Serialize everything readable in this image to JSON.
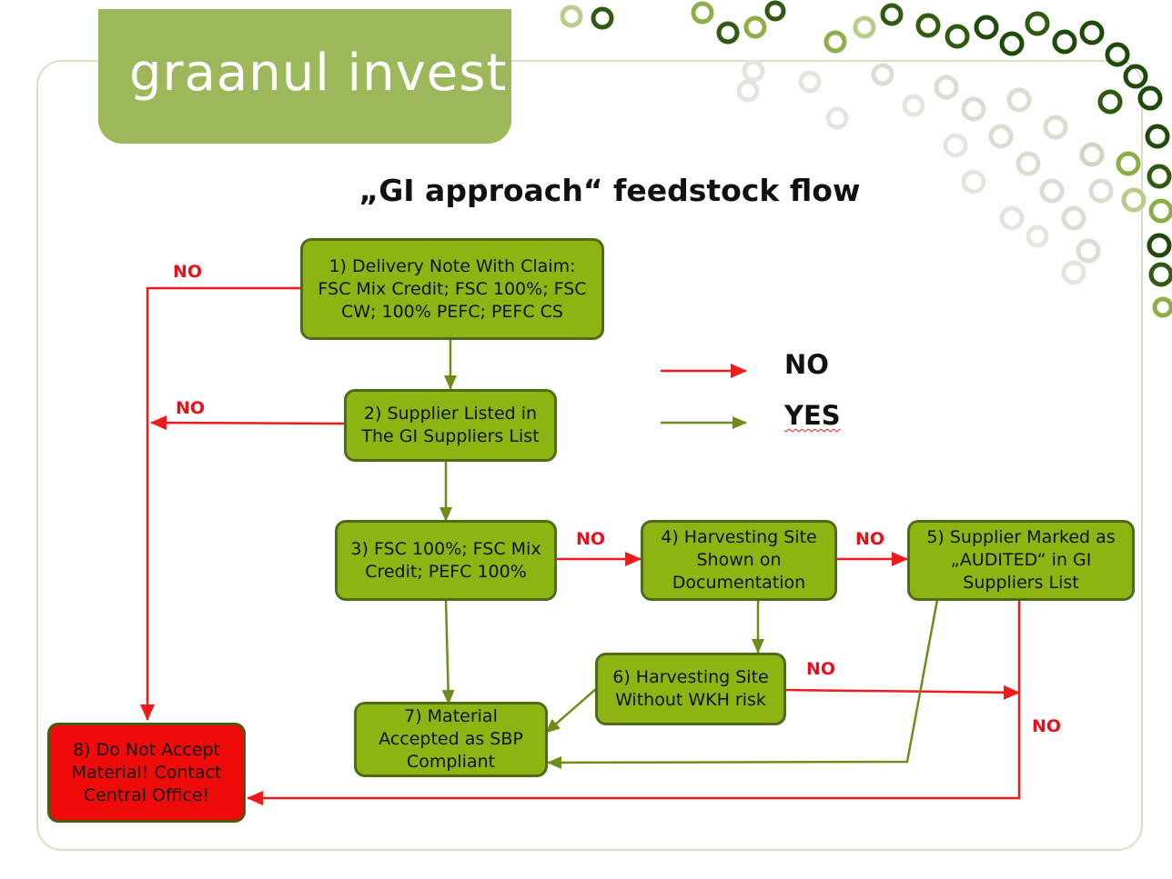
{
  "logo": {
    "text": "graanul invest"
  },
  "title": "„GI approach“  feedstock flow",
  "legend": {
    "no": "NO",
    "yes": "YES"
  },
  "boxes": {
    "b1": "1) Delivery Note With Claim:\nFSC Mix Credit; FSC 100%; FSC\nCW; 100% PEFC; PEFC CS",
    "b2": "2) Supplier Listed in\nThe GI Suppliers List",
    "b3": "3) FSC 100%; FSC Mix\nCredit; PEFC 100%",
    "b4": "4) Harvesting Site\nShown on\nDocumentation",
    "b5": "5) Supplier Marked as\n„AUDITED“ in GI\nSuppliers List",
    "b6": "6) Harvesting Site\nWithout WKH risk",
    "b7": "7) Material\nAccepted as SBP\nCompliant",
    "b8": "8) Do Not Accept\nMaterial! Contact\nCentral Office!"
  },
  "labels": {
    "no1": "NO",
    "no2": "NO",
    "no3": "NO",
    "no4": "NO",
    "no6": "NO",
    "no5": "NO"
  },
  "colors": {
    "box_green": "#8cb513",
    "box_red": "#f00b0b",
    "arrow_no": "#f01a1a",
    "arrow_yes": "#6e8c1a",
    "brand_green": "#9cb85a"
  }
}
